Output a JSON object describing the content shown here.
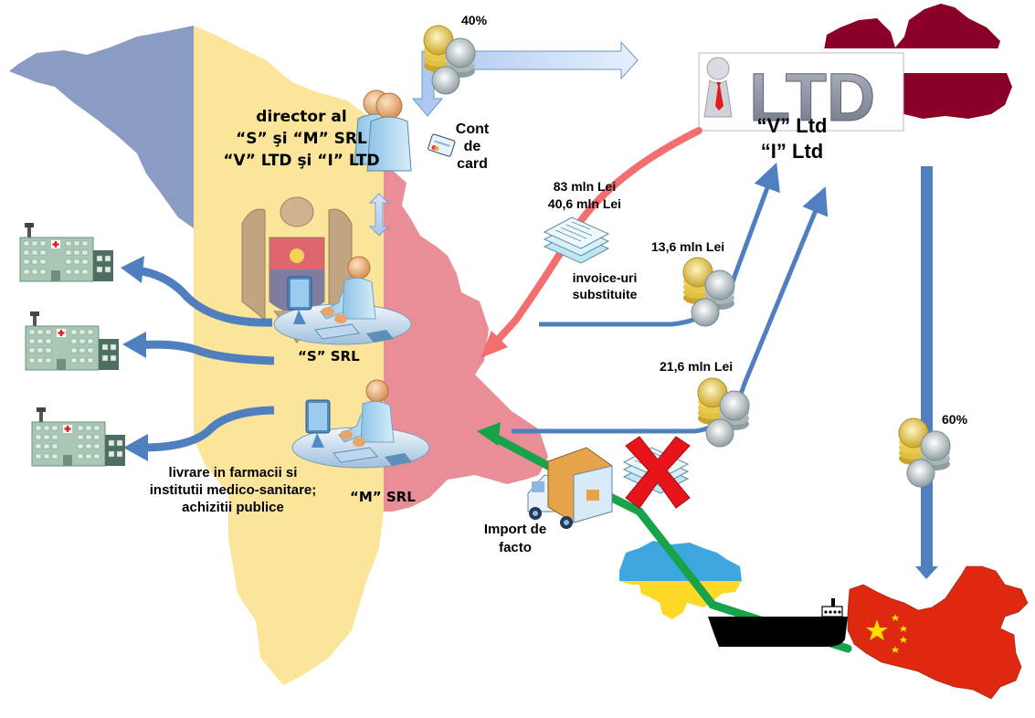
{
  "diagram": {
    "title": "Schema de import de facto cu invoice-uri substituite",
    "colors": {
      "moldova_blue": "#8a9cc4",
      "moldova_yellow": "#fbe59a",
      "moldova_red": "#e98d97",
      "latvia_red": "#8b0028",
      "china_red": "#de2910",
      "china_star": "#ffde00",
      "ukraine_blue": "#3ea7e0",
      "ukraine_yellow": "#fdd827",
      "money_flow": "#4f7fbf",
      "invoice_flow": "#f36f6f",
      "goods_flow": "#17a34a",
      "light_arrow": "#bcd4f5",
      "cancel_x": "#e8141c"
    },
    "labels": {
      "director": [
        "director al",
        "“S” şi “M” SRL",
        "“V” LTD şi “I” LTD"
      ],
      "card_account": [
        "Cont",
        "de",
        "card"
      ],
      "percent_top": "40%",
      "percent_right": "60%",
      "ltd_companies": [
        "“V” Ltd",
        "“I” Ltd"
      ],
      "ltd_logo_text": "LTD",
      "invoice_amounts": [
        "83 mln Lei",
        "40,6 mln Lei"
      ],
      "invoices": [
        "invoice-uri",
        "substituite"
      ],
      "payment_1": "13,6 mln Lei",
      "payment_2": "21,6 mln Lei",
      "s_srl": "“S” SRL",
      "m_srl": "“M” SRL",
      "delivery": [
        "livrare in farmacii si",
        "institutii medico-sanitare;",
        "achizitii publice"
      ],
      "import": [
        "Import de",
        "facto"
      ]
    },
    "entities": [
      {
        "name": "Moldova",
        "role": "map"
      },
      {
        "name": "Latvia",
        "role": "map"
      },
      {
        "name": "Ukraine",
        "role": "map"
      },
      {
        "name": "China",
        "role": "map"
      }
    ]
  }
}
